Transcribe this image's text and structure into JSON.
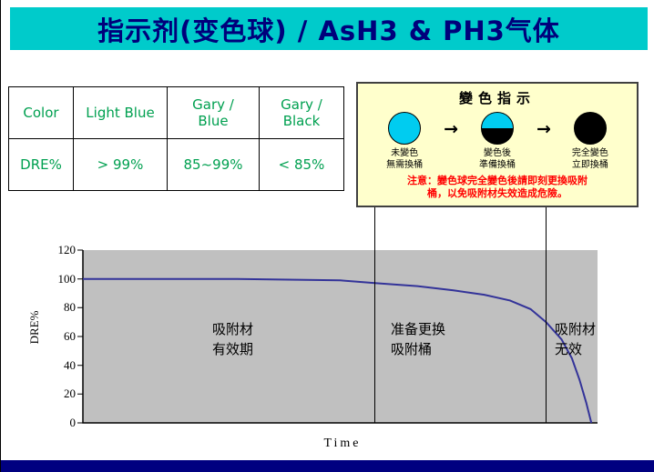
{
  "title": {
    "text": "指示剂(变色球) / AsH3 & PH3气体"
  },
  "table": {
    "rows": [
      [
        "Color",
        "Light Blue",
        "Gary /\nBlue",
        "Gary /\nBlack"
      ],
      [
        "DRE%",
        "> 99%",
        "85~99%",
        "< 85%"
      ]
    ]
  },
  "indicator": {
    "title": "變色指示",
    "arrow": "→",
    "steps": [
      {
        "label": "未變色\n無需換桶",
        "state": "unchanged"
      },
      {
        "label": "變色後\n準備換桶",
        "state": "partial"
      },
      {
        "label": "完全變色\n立即換桶",
        "state": "full"
      }
    ],
    "note": "注意：變色球完全變色後請即刻更換吸附\n桶，以免吸附材失效造成危險。"
  },
  "chart_data": {
    "type": "line",
    "title": "",
    "xlabel": "Time",
    "ylabel": "DRE%",
    "ylim": [
      0,
      120
    ],
    "yticks": [
      0,
      20,
      40,
      60,
      80,
      100,
      120
    ],
    "x": [
      0,
      0.3,
      0.5,
      0.57,
      0.65,
      0.72,
      0.78,
      0.83,
      0.87,
      0.9,
      0.93,
      0.95,
      0.965,
      0.978,
      0.988
    ],
    "y": [
      100,
      100,
      99,
      97,
      95,
      92,
      89,
      85,
      79,
      70,
      58,
      45,
      30,
      14,
      0
    ],
    "series_color": "#333399",
    "plot_bg": "#C0C0C0",
    "grid": false,
    "legend": "none",
    "dividers_x": [
      0.566,
      0.899
    ],
    "region_labels": [
      "吸附材\n有效期",
      "准备更换\n吸附桶",
      "吸附材\n无效"
    ]
  },
  "colors": {
    "banner_bg": "#00CBCB",
    "banner_text": "#00007B",
    "table_text": "#00A050",
    "indicator_bg": "#FFFFCC",
    "note_red": "#FF0000",
    "ball_cyan": "#00CCF0",
    "curve_blue": "#333399",
    "plot_gray": "#C0C0C0",
    "footer_navy": "#000080"
  }
}
